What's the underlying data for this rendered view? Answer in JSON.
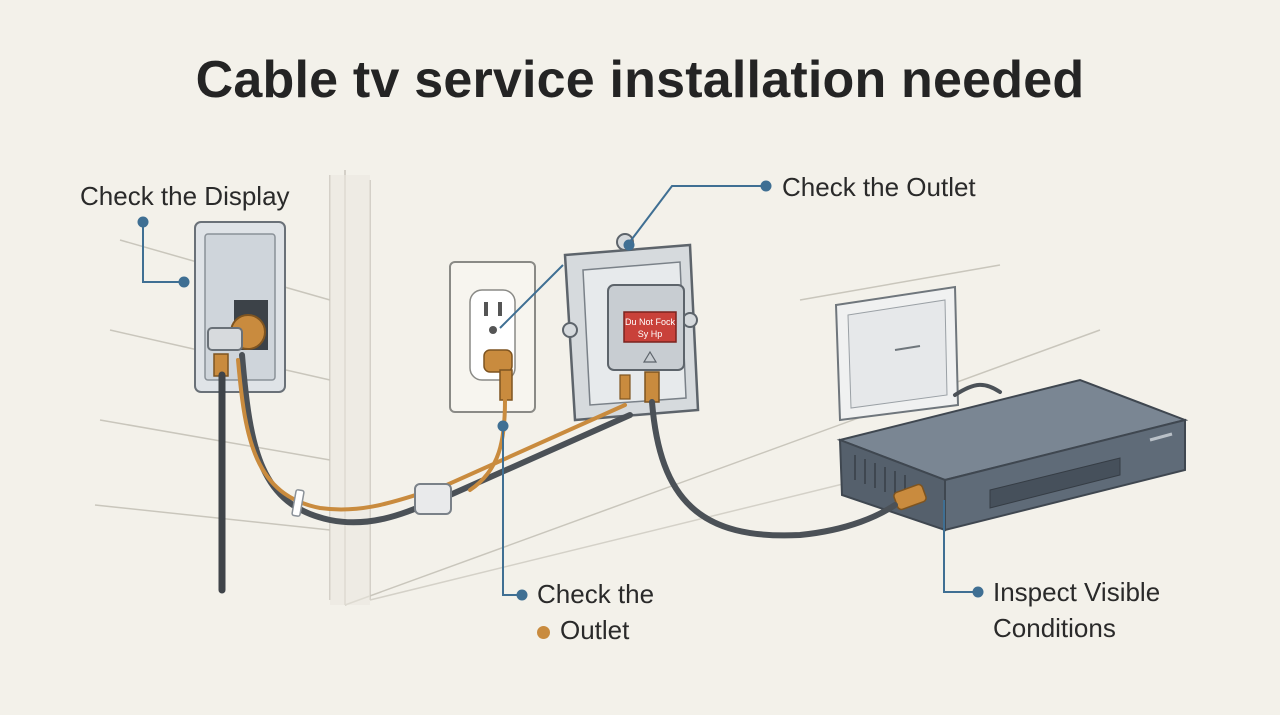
{
  "title": "Cable tv service installation needed",
  "labels": {
    "display": "Check the Display",
    "outlet_top": "Check the Outlet",
    "outlet_bottom_line1": "Check the",
    "outlet_bottom_line2": "Outlet",
    "inspect_line1": "Inspect Visible",
    "inspect_line2": "Conditions"
  },
  "junction_box_sticker": {
    "line1": "Du Not Fock",
    "line2": "Sy Hp"
  },
  "colors": {
    "background": "#f3f1ea",
    "callout": "#3f6f93",
    "copper": "#c98b3e",
    "cable_dark": "#4b5157",
    "device": "#5f6b78",
    "sticker": "#c9413a"
  }
}
